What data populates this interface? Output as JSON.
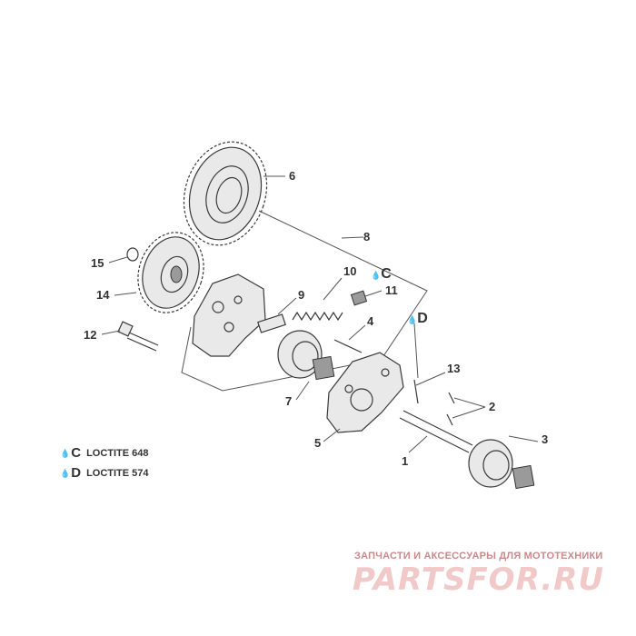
{
  "callouts": {
    "p1": "1",
    "p2": "2",
    "p3": "3",
    "p4": "4",
    "p5": "5",
    "p6": "6",
    "p7": "7",
    "p8": "8",
    "p9": "9",
    "p10": "10",
    "p11": "11",
    "p12": "12",
    "p13": "13",
    "p14": "14",
    "p15": "15",
    "c_mark": "C",
    "d_mark": "D"
  },
  "legend": [
    {
      "code": "C",
      "text": "LOCTITE 648"
    },
    {
      "code": "D",
      "text": "LOCTITE 574"
    }
  ],
  "watermark": {
    "subtitle": "ЗАПЧАСТИ И АКСЕССУАРЫ ДЛЯ МОТОТЕХНИКИ",
    "logo": "PARTSFOR.RU"
  },
  "colors": {
    "line": "#3a3a3a",
    "watermark": "#f1c9c9"
  }
}
